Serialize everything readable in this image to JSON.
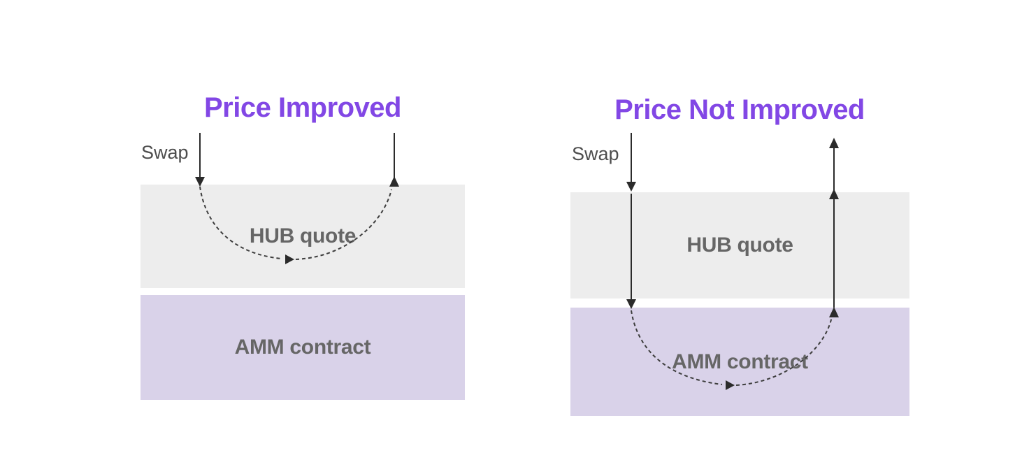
{
  "colors": {
    "page_background": "#FFFFFF",
    "title_purple": "#8247E5",
    "hub_box_gray": "#EDEDED",
    "amm_box_lavender": "#D9D2E9",
    "box_label_gray": "#666666",
    "swap_label_gray": "#4D4D4D",
    "arrow_black": "#2B2B2B",
    "dashed_curve_gray": "#3D3D3D"
  },
  "panels": [
    {
      "title": "Price Improved",
      "swap_label": "Swap",
      "hub_label": "HUB quote",
      "amm_label": "AMM contract"
    },
    {
      "title": "Price Not Improved",
      "swap_label": "Swap",
      "hub_label": "HUB quote",
      "amm_label": "AMM contract"
    }
  ]
}
